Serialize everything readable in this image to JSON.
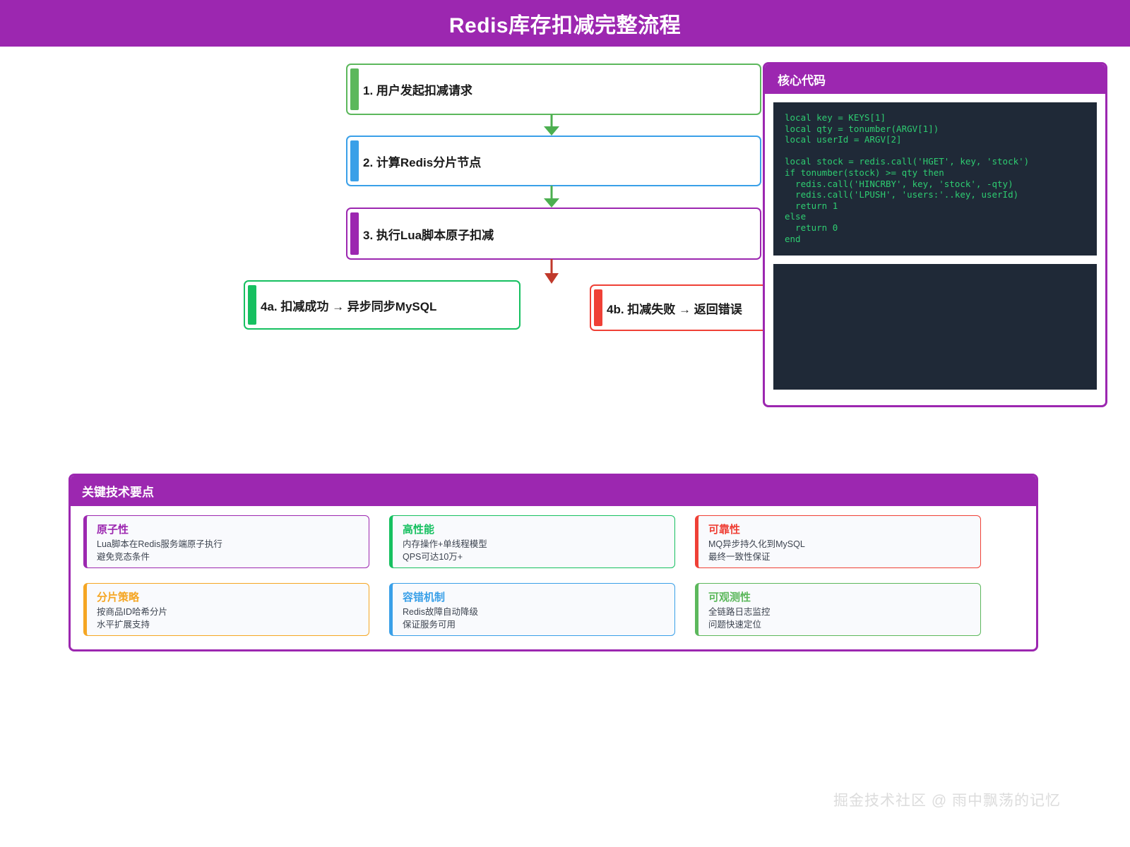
{
  "header": {
    "title": "Redis库存扣减完整流程",
    "background": "#9c27b0"
  },
  "flow": {
    "steps": [
      {
        "id": "step-1",
        "label": "1. 用户发起扣减请求",
        "color": "#5cb85c"
      },
      {
        "id": "step-2",
        "label": "2. 计算Redis分片节点",
        "color": "#3aa0e8"
      },
      {
        "id": "step-3",
        "label": "3. 执行Lua脚本原子扣减",
        "color": "#9c27b0"
      },
      {
        "id": "step-4a",
        "label": "4a. 扣减成功 → 异步同步MySQL",
        "color": "#16c060"
      },
      {
        "id": "step-4b",
        "label": "4b. 扣减失败 → 返回错误",
        "color": "#ef4036"
      }
    ],
    "arrows": [
      {
        "id": "arrow-1-2",
        "from": "step-1",
        "to": "step-2",
        "color": "#4caf50"
      },
      {
        "id": "arrow-2-3",
        "from": "step-2",
        "to": "step-3",
        "color": "#4caf50"
      },
      {
        "id": "arrow-3-4",
        "from": "step-3",
        "to": "step-4b",
        "color": "#c0392b"
      }
    ]
  },
  "code_panel": {
    "title": "核心代码",
    "header_color": "#9c27b0",
    "code_background": "#1f2937",
    "code_text_color": "#2ecc71",
    "main_code": "local key = KEYS[1]\nlocal qty = tonumber(ARGV[1])\nlocal userId = ARGV[2]\n\nlocal stock = redis.call('HGET', key, 'stock')\nif tonumber(stock) >= qty then\n  redis.call('HINCRBY', key, 'stock', -qty)\n  redis.call('LPUSH', 'users:'..key, userId)\n  return 1\nelse\n  return 0\nend",
    "secondary_code": ""
  },
  "keypoints_panel": {
    "title": "关键技术要点",
    "header_color": "#9c27b0",
    "cards": [
      {
        "id": "kp-atomicity",
        "title": "原子性",
        "color": "#9c27b0",
        "lines": [
          "Lua脚本在Redis服务端原子执行",
          "避免竞态条件"
        ]
      },
      {
        "id": "kp-performance",
        "title": "高性能",
        "color": "#16c060",
        "lines": [
          "内存操作+单线程模型",
          "QPS可达10万+"
        ]
      },
      {
        "id": "kp-reliability",
        "title": "可靠性",
        "color": "#ef4036",
        "lines": [
          "MQ异步持久化到MySQL",
          "最终一致性保证"
        ]
      },
      {
        "id": "kp-sharding",
        "title": "分片策略",
        "color": "#f5a623",
        "lines": [
          "按商品ID哈希分片",
          "水平扩展支持"
        ]
      },
      {
        "id": "kp-fault-tolerance",
        "title": "容错机制",
        "color": "#3aa0e8",
        "lines": [
          "Redis故障自动降级",
          "保证服务可用"
        ]
      },
      {
        "id": "kp-observability",
        "title": "可观测性",
        "color": "#5cb85c",
        "lines": [
          "全链路日志监控",
          "问题快速定位"
        ]
      }
    ]
  },
  "watermark": {
    "text": "掘金技术社区 @ 雨中飘荡的记忆"
  }
}
